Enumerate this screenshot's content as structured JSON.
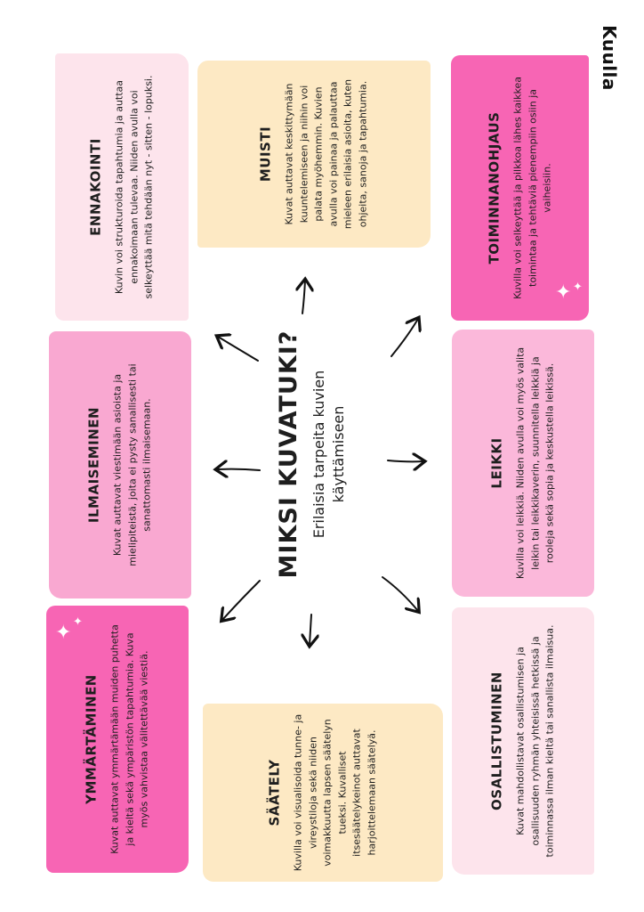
{
  "brand": "Kuulla",
  "center": {
    "title": "MIKSI KUVATUKI?",
    "subtitle_line1": "Erilaisia tarpeita kuvien",
    "subtitle_line2": "käyttämiseen"
  },
  "cards": {
    "ennakointi": {
      "title": "ENNAKOINTI",
      "text": "Kuvin voi strukturoida tapahtumia ja auttaa ennakoimaan tulevaa. Niiden avulla voi selkeyttää mitä tehdään nyt - sitten - lopuksi."
    },
    "muisti": {
      "title": "MUISTI",
      "text": "Kuvat auttavat keskittymään kuuntelemiseen ja niihin voi palata myöhemmin. Kuvien avulla voi painaa ja palauttaa mieleen erilaisia asioita, kuten ohjeita, sanoja ja tapahtumia."
    },
    "toiminnanohjaus": {
      "title": "TOIMINNANOHJAUS",
      "text": "Kuvilla voi selkeyttää ja pilkkoa lähes kaikkea toimintaa ja tehtäviä pienempiin osiin ja vaiheisiin."
    },
    "ilmaiseminen": {
      "title": "ILMAISEMINEN",
      "text": "Kuvat auttavat viestimään asioista ja mielipiteistä, joita ei pysty sanallisesti tai sanattomasti ilmaisemaan."
    },
    "leikki": {
      "title": "LEIKKI",
      "text": "Kuvilla voi leikkiä. Niiden avulla voi myös valita leikin tai leikkikaverin, suunnitella leikkiä ja rooleja sekä sopia ja keskustella leikissä."
    },
    "ymmartaminen": {
      "title": "YMMÄRTÄMINEN",
      "text": "Kuvat auttavat ymmärtämään muiden puhetta ja kieltä sekä ympäristön tapahtumia. Kuva myös vahvistaa välitettävää viestiä."
    },
    "saately": {
      "title": "SÄÄTELY",
      "text": "Kuvilla voi visualisoida tunne- ja vireystiloja sekä niiden voimakkuutta lapsen säätelyn tueksi. Kuvalliset itsesäätelykeinot auttavat harjoittelemaan säätelyä."
    },
    "osallistuminen": {
      "title": "OSALLISTUMINEN",
      "text": "Kuvat mahdollistavat osallistumisen ja osallisuuden ryhmän yhteisissä hetkissä ja toiminnassa ilman kieltä tai sanallista ilmaisua."
    }
  },
  "colors": {
    "pink_light": "#fde4ec",
    "pink_mid": "#f9a8d1",
    "pink_strong": "#f765b4",
    "yellow": "#fde9c4"
  }
}
